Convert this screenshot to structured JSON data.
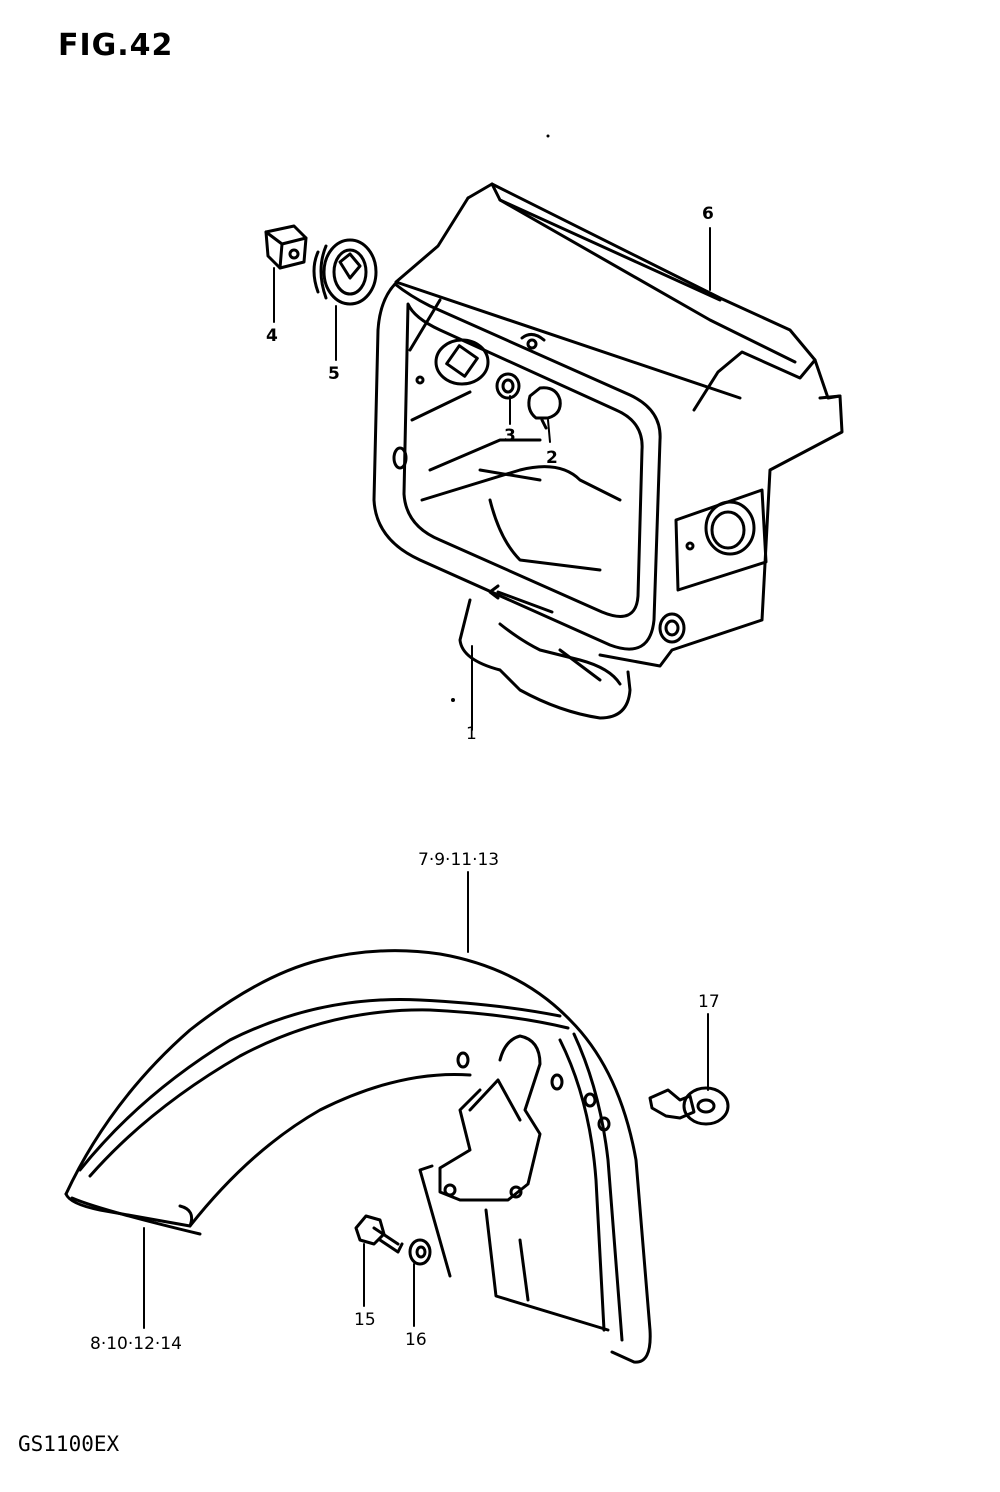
{
  "figure": {
    "title": "FIG.42",
    "model": "GS1100EX"
  },
  "callouts": {
    "c1": "1",
    "c2": "2",
    "c3": "3",
    "c4": "4",
    "c5": "5",
    "c6": "6",
    "c7": "7·9·11·13",
    "c8": "8·10·12·14",
    "c15": "15",
    "c16": "16",
    "c17": "17"
  },
  "colors": {
    "ink": "#000000",
    "paper": "#ffffff"
  }
}
